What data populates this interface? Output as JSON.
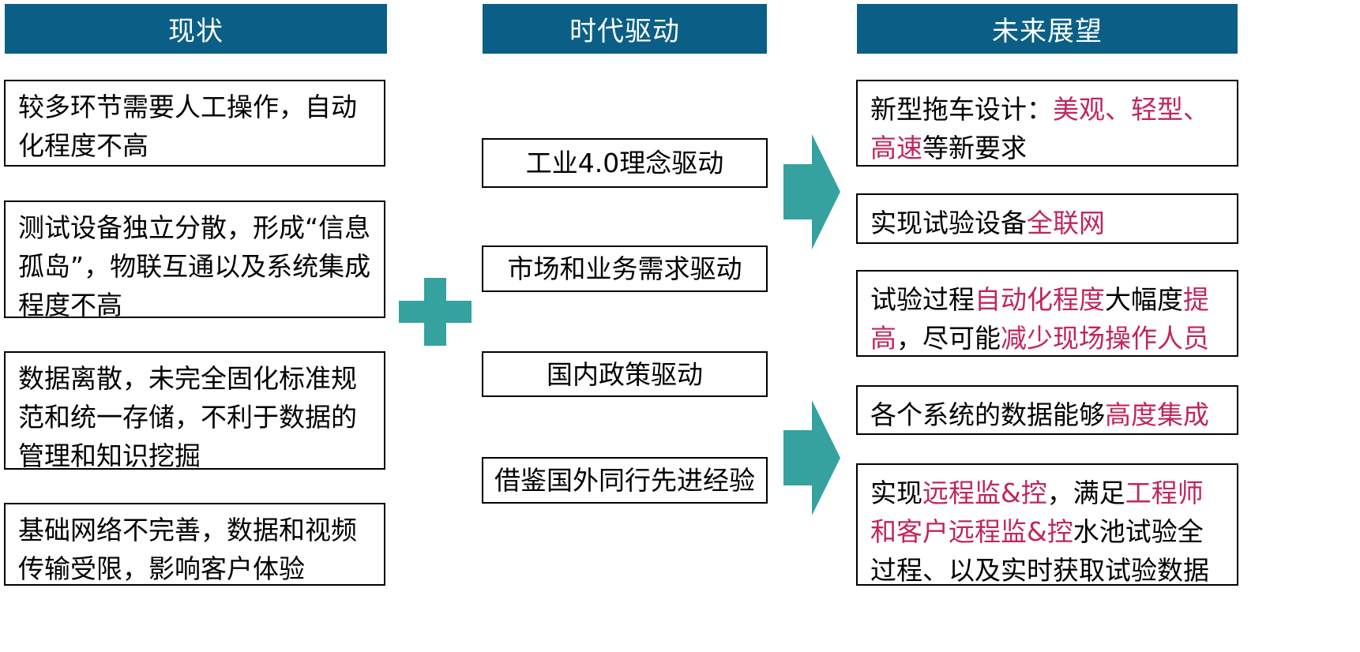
{
  "colors": {
    "header_bg": "#0b5f86",
    "header_text": "#ffffff",
    "accent_teal": "#35a29f",
    "highlight": "#c0265e",
    "border": "#000000"
  },
  "headers": {
    "current": "现状",
    "drivers": "时代驱动",
    "outlook": "未来展望"
  },
  "current_state": [
    "较多环节需要人工操作，自动化程度不高",
    "测试设备独立分散，形成“信息孤岛”，物联互通以及系统集成程度不高",
    "数据离散，未完全固化标准规范和统一存储，不利于数据的管理和知识挖掘",
    "基础网络不完善，数据和视频传输受限，影响客户体验"
  ],
  "drivers": [
    "工业4.0理念驱动",
    "市场和业务需求驱动",
    "国内政策驱动",
    "借鉴国外同行先进经验"
  ],
  "outlook": [
    [
      {
        "t": "新型拖车设计：",
        "h": false
      },
      {
        "t": "美观、轻型、高速",
        "h": true
      },
      {
        "t": "等新要求",
        "h": false
      }
    ],
    [
      {
        "t": "实现试验设备",
        "h": false
      },
      {
        "t": "全联网",
        "h": true
      }
    ],
    [
      {
        "t": "试验过程",
        "h": false
      },
      {
        "t": "自动化程度",
        "h": true
      },
      {
        "t": "大幅度",
        "h": false
      },
      {
        "t": "提高",
        "h": true
      },
      {
        "t": "，尽可能",
        "h": false
      },
      {
        "t": "减少现场操作人员",
        "h": true
      }
    ],
    [
      {
        "t": "各个系统的数据能够",
        "h": false
      },
      {
        "t": "高度集成",
        "h": true
      }
    ],
    [
      {
        "t": "实现",
        "h": false
      },
      {
        "t": "远程监&控",
        "h": true
      },
      {
        "t": "，满足",
        "h": false
      },
      {
        "t": "工程师和客户远程监&控",
        "h": true
      },
      {
        "t": "水池试验全过程、以及实时获取试验数据",
        "h": false
      }
    ]
  ],
  "icons": {
    "plus": "plus-icon",
    "arrow": "arrow-right-icon"
  }
}
